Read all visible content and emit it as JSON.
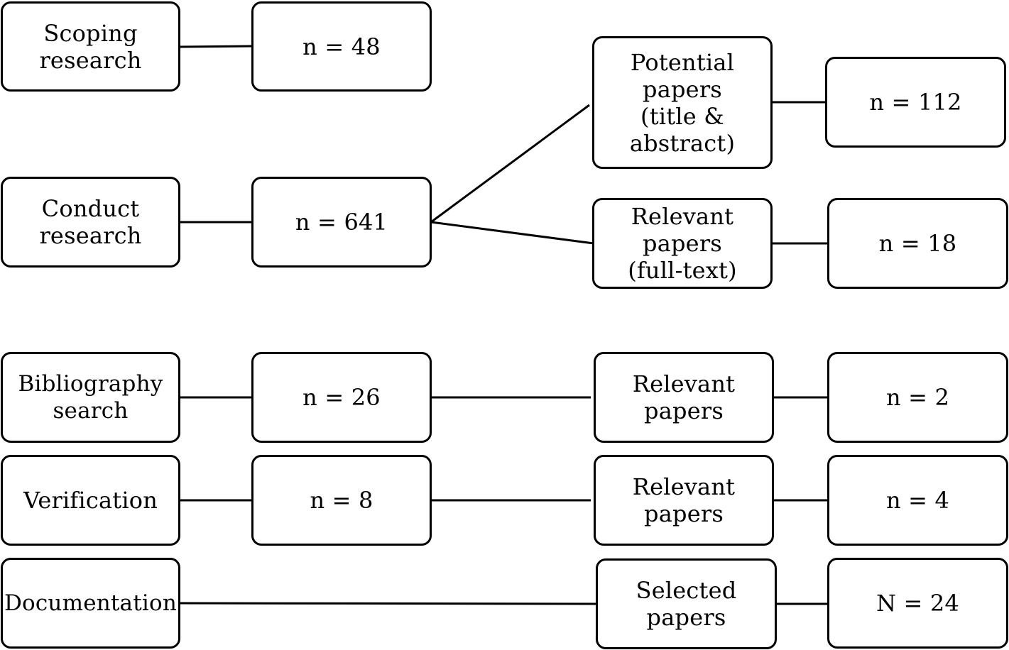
{
  "steps": {
    "scoping": {
      "label": "Scoping\nresearch",
      "count": "n = 48"
    },
    "conduct": {
      "label": "Conduct\nresearch",
      "count": "n = 641"
    },
    "potential": {
      "label": "Potential\npapers\n(title &\nabstract)",
      "count": "n = 112"
    },
    "relevant_fulltext": {
      "label": "Relevant\npapers\n(full-text)",
      "count": "n = 18"
    },
    "bibliography": {
      "label": "Bibliography\nsearch",
      "count": "n = 26",
      "result_label": "Relevant\npapers",
      "result_count": "n = 2"
    },
    "verification": {
      "label": "Verification",
      "count": "n = 8",
      "result_label": "Relevant\npapers",
      "result_count": "n = 4"
    },
    "documentation": {
      "label": "Documentation",
      "result_label": "Selected\npapers",
      "result_count": "N = 24"
    }
  }
}
